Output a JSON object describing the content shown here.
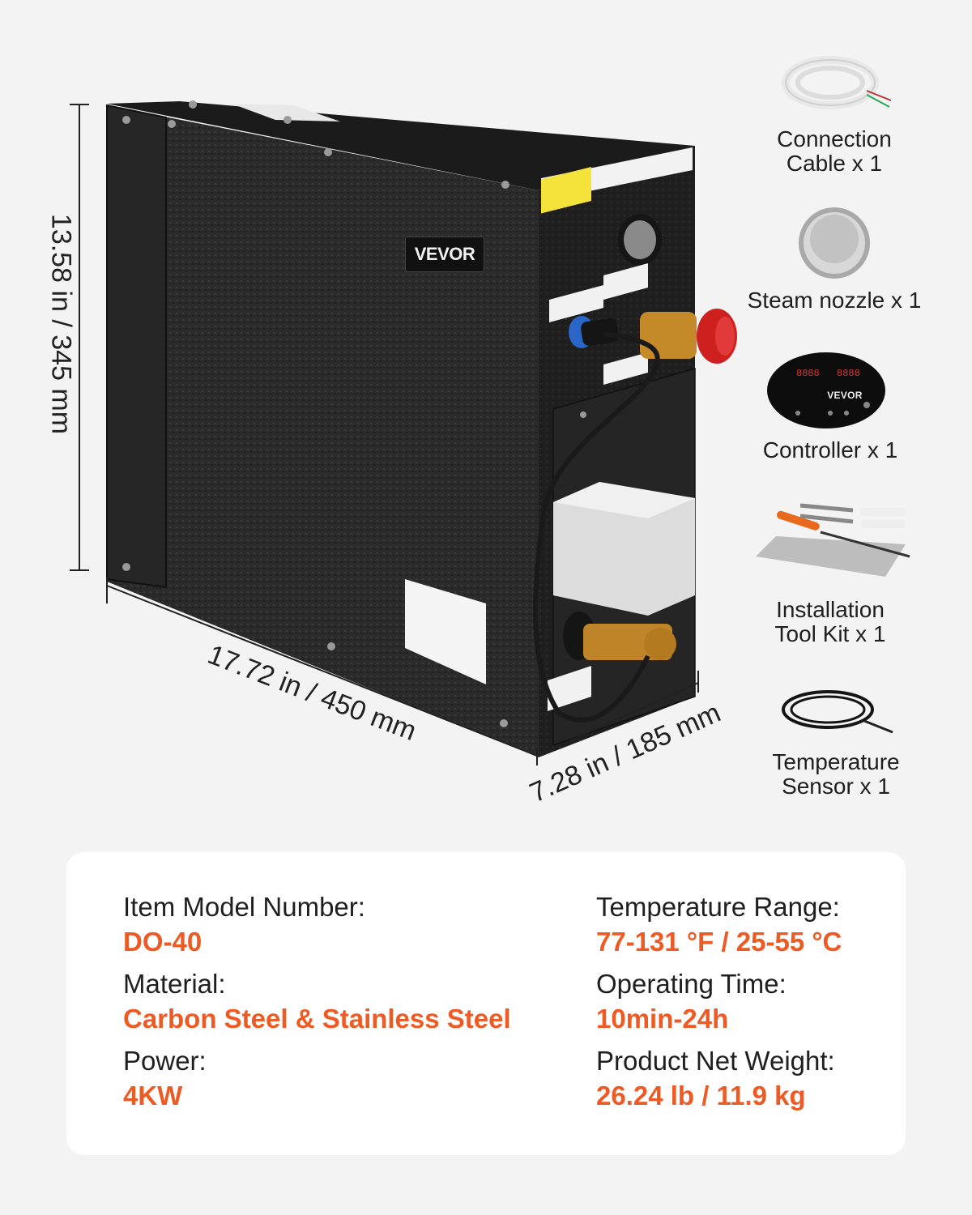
{
  "product": {
    "brand_plate": "VEVOR",
    "dimensions": {
      "height": "13.58 in / 345 mm",
      "width": "17.72 in / 450 mm",
      "depth": "7.28 in / 185 mm"
    }
  },
  "accessories": [
    {
      "label": "Connection\nCable x 1",
      "icon": "cable-coil-icon"
    },
    {
      "label": "Steam nozzle x 1",
      "icon": "steam-nozzle-icon"
    },
    {
      "label": "Controller x 1",
      "icon": "controller-icon",
      "brand": "VEVOR"
    },
    {
      "label": "Installation\nTool Kit x 1",
      "icon": "tool-kit-icon"
    },
    {
      "label": "Temperature\nSensor x 1",
      "icon": "temperature-sensor-icon"
    }
  ],
  "specs": {
    "model": {
      "label": "Item Model Number:",
      "value": "DO-40"
    },
    "material": {
      "label": "Material:",
      "value": "Carbon Steel & Stainless Steel"
    },
    "power": {
      "label": "Power:",
      "value": "4KW"
    },
    "temperature": {
      "label": "Temperature Range:",
      "value": "77-131 °F / 25-55 °C"
    },
    "operating_time": {
      "label": "Operating Time:",
      "value": "10min-24h"
    },
    "weight": {
      "label": "Product Net Weight:",
      "value": "26.24 lb / 11.9 kg"
    }
  },
  "colors": {
    "accent": "#ee5a24",
    "background": "#f3f3f3",
    "card": "#ffffff",
    "unit_body": "#2b2b2b"
  }
}
